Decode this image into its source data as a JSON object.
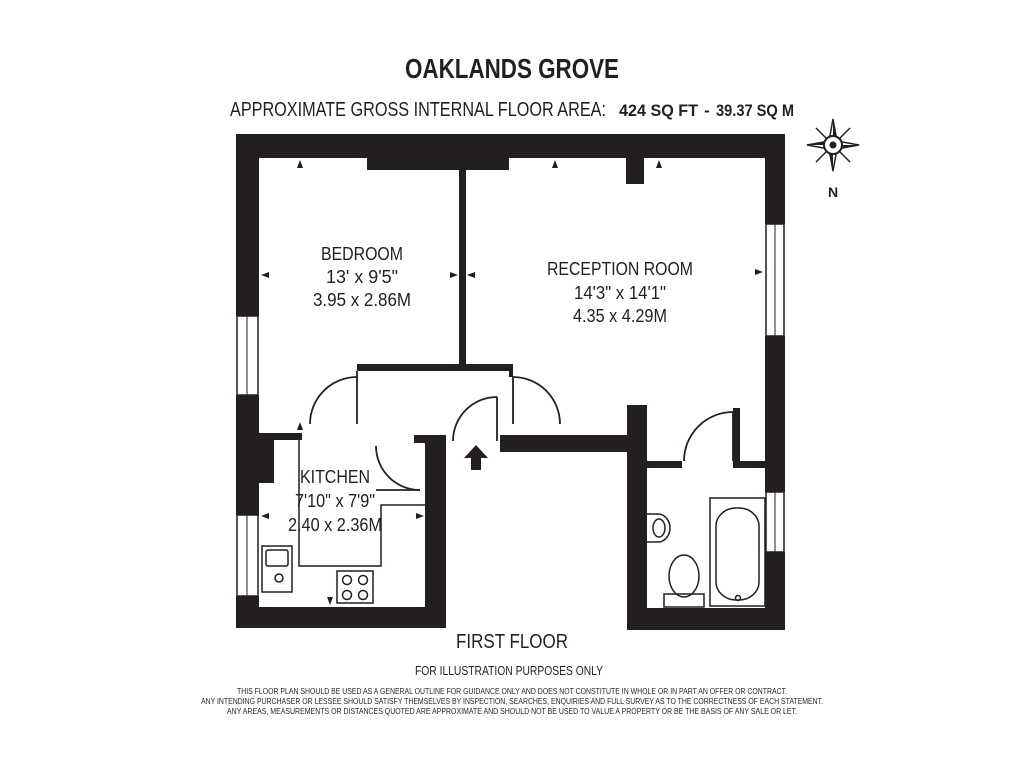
{
  "header": {
    "title": "OAKLANDS GROVE",
    "area_label": "APPROXIMATE GROSS INTERNAL FLOOR AREA:",
    "area_sqft": "424 SQ FT",
    "area_separator": "-",
    "area_sqm": "39.37 SQ M"
  },
  "compass": {
    "label": "N"
  },
  "rooms": {
    "bedroom": {
      "name": "BEDROOM",
      "imperial": "13' x 9'5\"",
      "metric": "3.95 x 2.86M"
    },
    "reception": {
      "name": "RECEPTION ROOM",
      "imperial": "14'3\" x 14'1\"",
      "metric": "4.35 x 4.29M"
    },
    "kitchen": {
      "name": "KITCHEN",
      "imperial": "7'10\" x 7'9\"",
      "metric": "2.40 x 2.36M"
    }
  },
  "footer": {
    "floor": "FIRST FLOOR",
    "illustration": "FOR ILLUSTRATION PURPOSES ONLY",
    "disclaimer": [
      "THIS FLOOR PLAN SHOULD BE USED AS A GENERAL OUTLINE FOR GUIDANCE ONLY AND DOES NOT CONSTITUTE IN WHOLE OR IN PART AN OFFER OR CONTRACT.",
      "ANY INTENDING PURCHASER OR LESSEE SHOULD SATISFY THEMSELVES BY INSPECTION, SEARCHES, ENQUIRIES AND FULL SURVEY AS TO THE CORRECTNESS OF EACH STATEMENT.",
      "ANY AREAS, MEASUREMENTS OR DISTANCES QUOTED ARE APPROXIMATE AND SHOULD NOT BE USED TO VALUE A PROPERTY OR BE THE BASIS OF ANY SALE OR LET."
    ]
  },
  "colors": {
    "wall": "#231f20",
    "background": "#ffffff"
  }
}
